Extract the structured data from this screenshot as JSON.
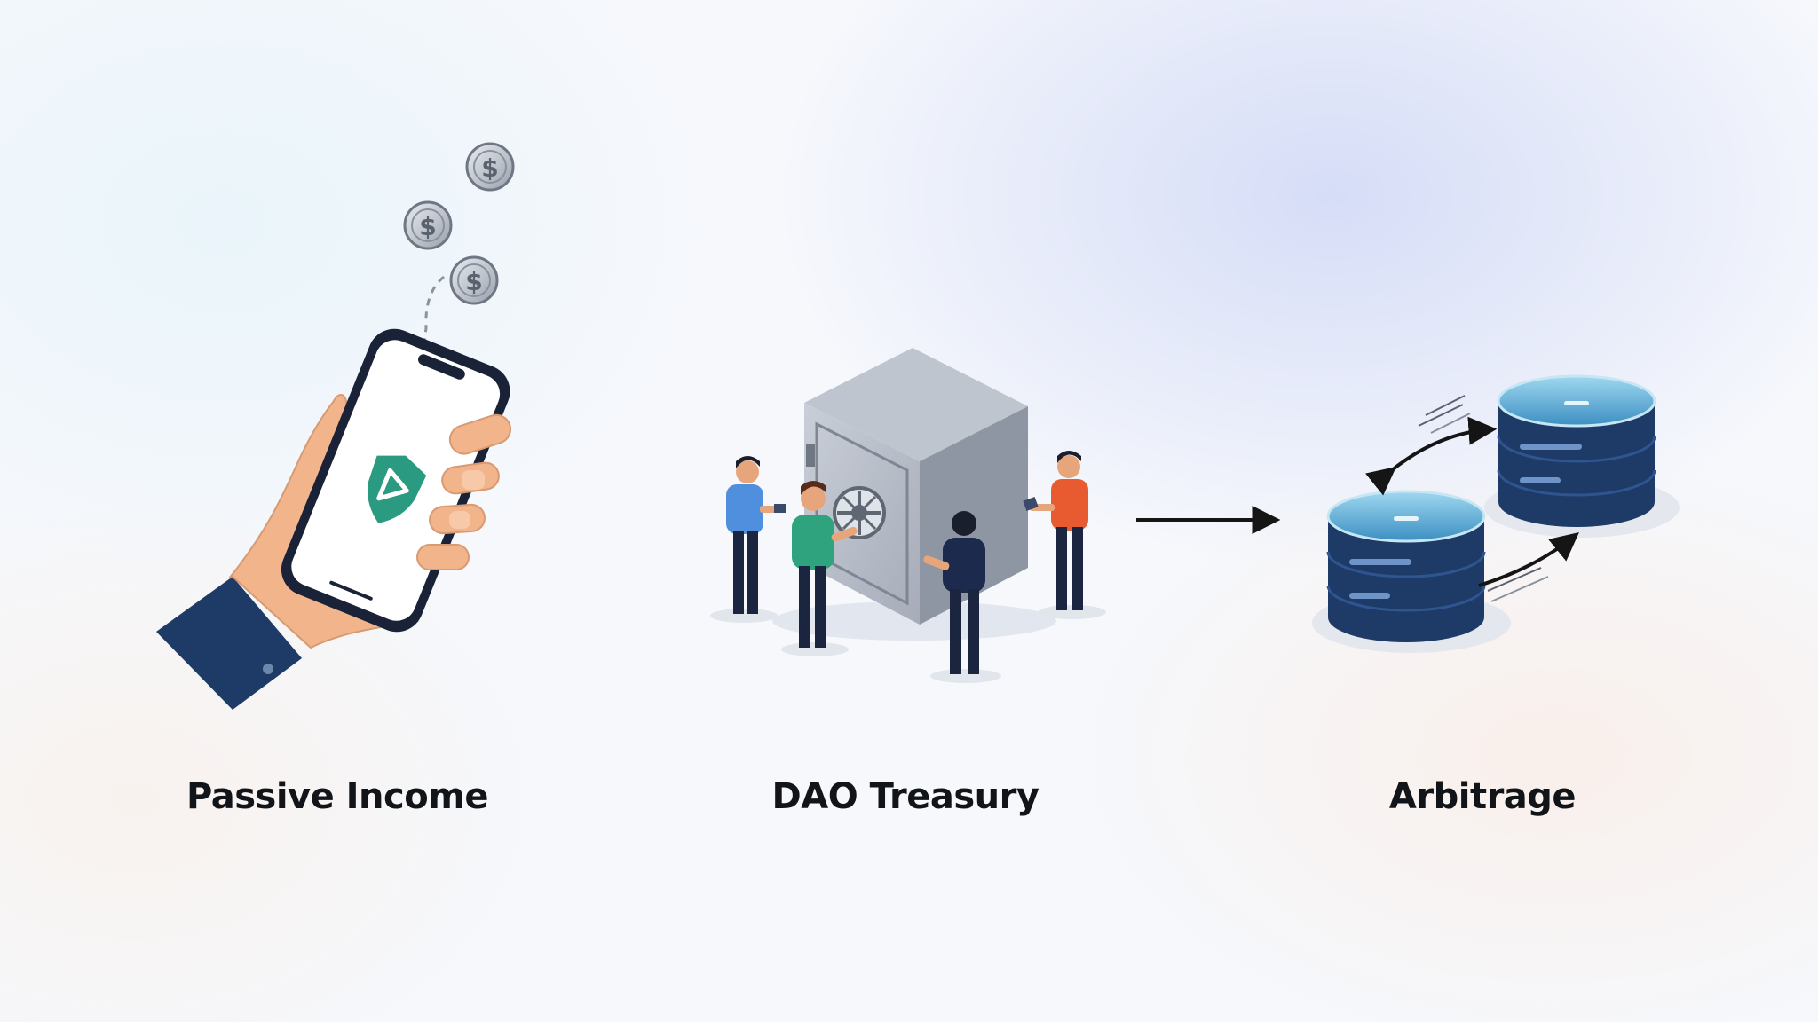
{
  "panels": [
    {
      "label": "Passive Income",
      "icon": "phone-hand-coins-icon"
    },
    {
      "label": "DAO Treasury",
      "icon": "vault-team-icon"
    },
    {
      "label": "Arbitrage",
      "icon": "database-swap-icon"
    }
  ],
  "coins": {
    "symbol": "$",
    "count": 3
  },
  "colors": {
    "navy": "#1e3a66",
    "shield": "#2a9a80",
    "vault": "#a7adb9",
    "liquid": "#58a9d4",
    "skin": "#f2b48a"
  }
}
